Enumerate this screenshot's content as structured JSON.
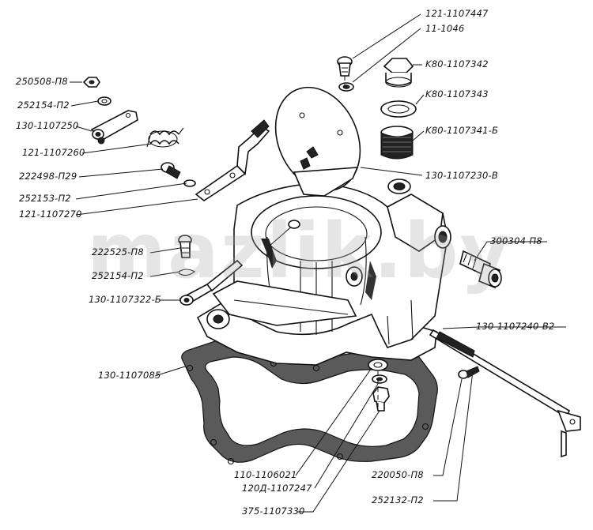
{
  "watermark": "mazlik.by",
  "labels": [
    {
      "id": "121-1107447",
      "text": "121-1107447"
    },
    {
      "id": "11-1046",
      "text": "11-1046"
    },
    {
      "id": "K80-1107342",
      "text": "K80-1107342"
    },
    {
      "id": "K80-1107343",
      "text": "K80-1107343"
    },
    {
      "id": "K80-1107341-B",
      "text": "K80-1107341-Б"
    },
    {
      "id": "130-1107230-V",
      "text": "130-1107230-В"
    },
    {
      "id": "250508-P8",
      "text": "250508-П8"
    },
    {
      "id": "252154-P2-top",
      "text": "252154-П2"
    },
    {
      "id": "130-1107250",
      "text": "130-1107250"
    },
    {
      "id": "121-1107260",
      "text": "121-1107260"
    },
    {
      "id": "222498-P29",
      "text": "222498-П29"
    },
    {
      "id": "252153-P2",
      "text": "252153-П2"
    },
    {
      "id": "121-1107270",
      "text": "121-1107270"
    },
    {
      "id": "222525-P8",
      "text": "222525-П8"
    },
    {
      "id": "252154-P2-mid",
      "text": "252154-П2"
    },
    {
      "id": "130-1107322-B",
      "text": "130-1107322-Б"
    },
    {
      "id": "300304-P8",
      "text": "300304-П8"
    },
    {
      "id": "130-1107240-V2",
      "text": "130-1107240-В2"
    },
    {
      "id": "130-1107085",
      "text": "130-1107085"
    },
    {
      "id": "110-1106021",
      "text": "110-1106021"
    },
    {
      "id": "120D-1107247",
      "text": "120Д-1107247"
    },
    {
      "id": "375-1107330",
      "text": "375-1107330"
    },
    {
      "id": "220050-P8",
      "text": "220050-П8"
    },
    {
      "id": "252132-P2",
      "text": "252132-П2"
    }
  ]
}
